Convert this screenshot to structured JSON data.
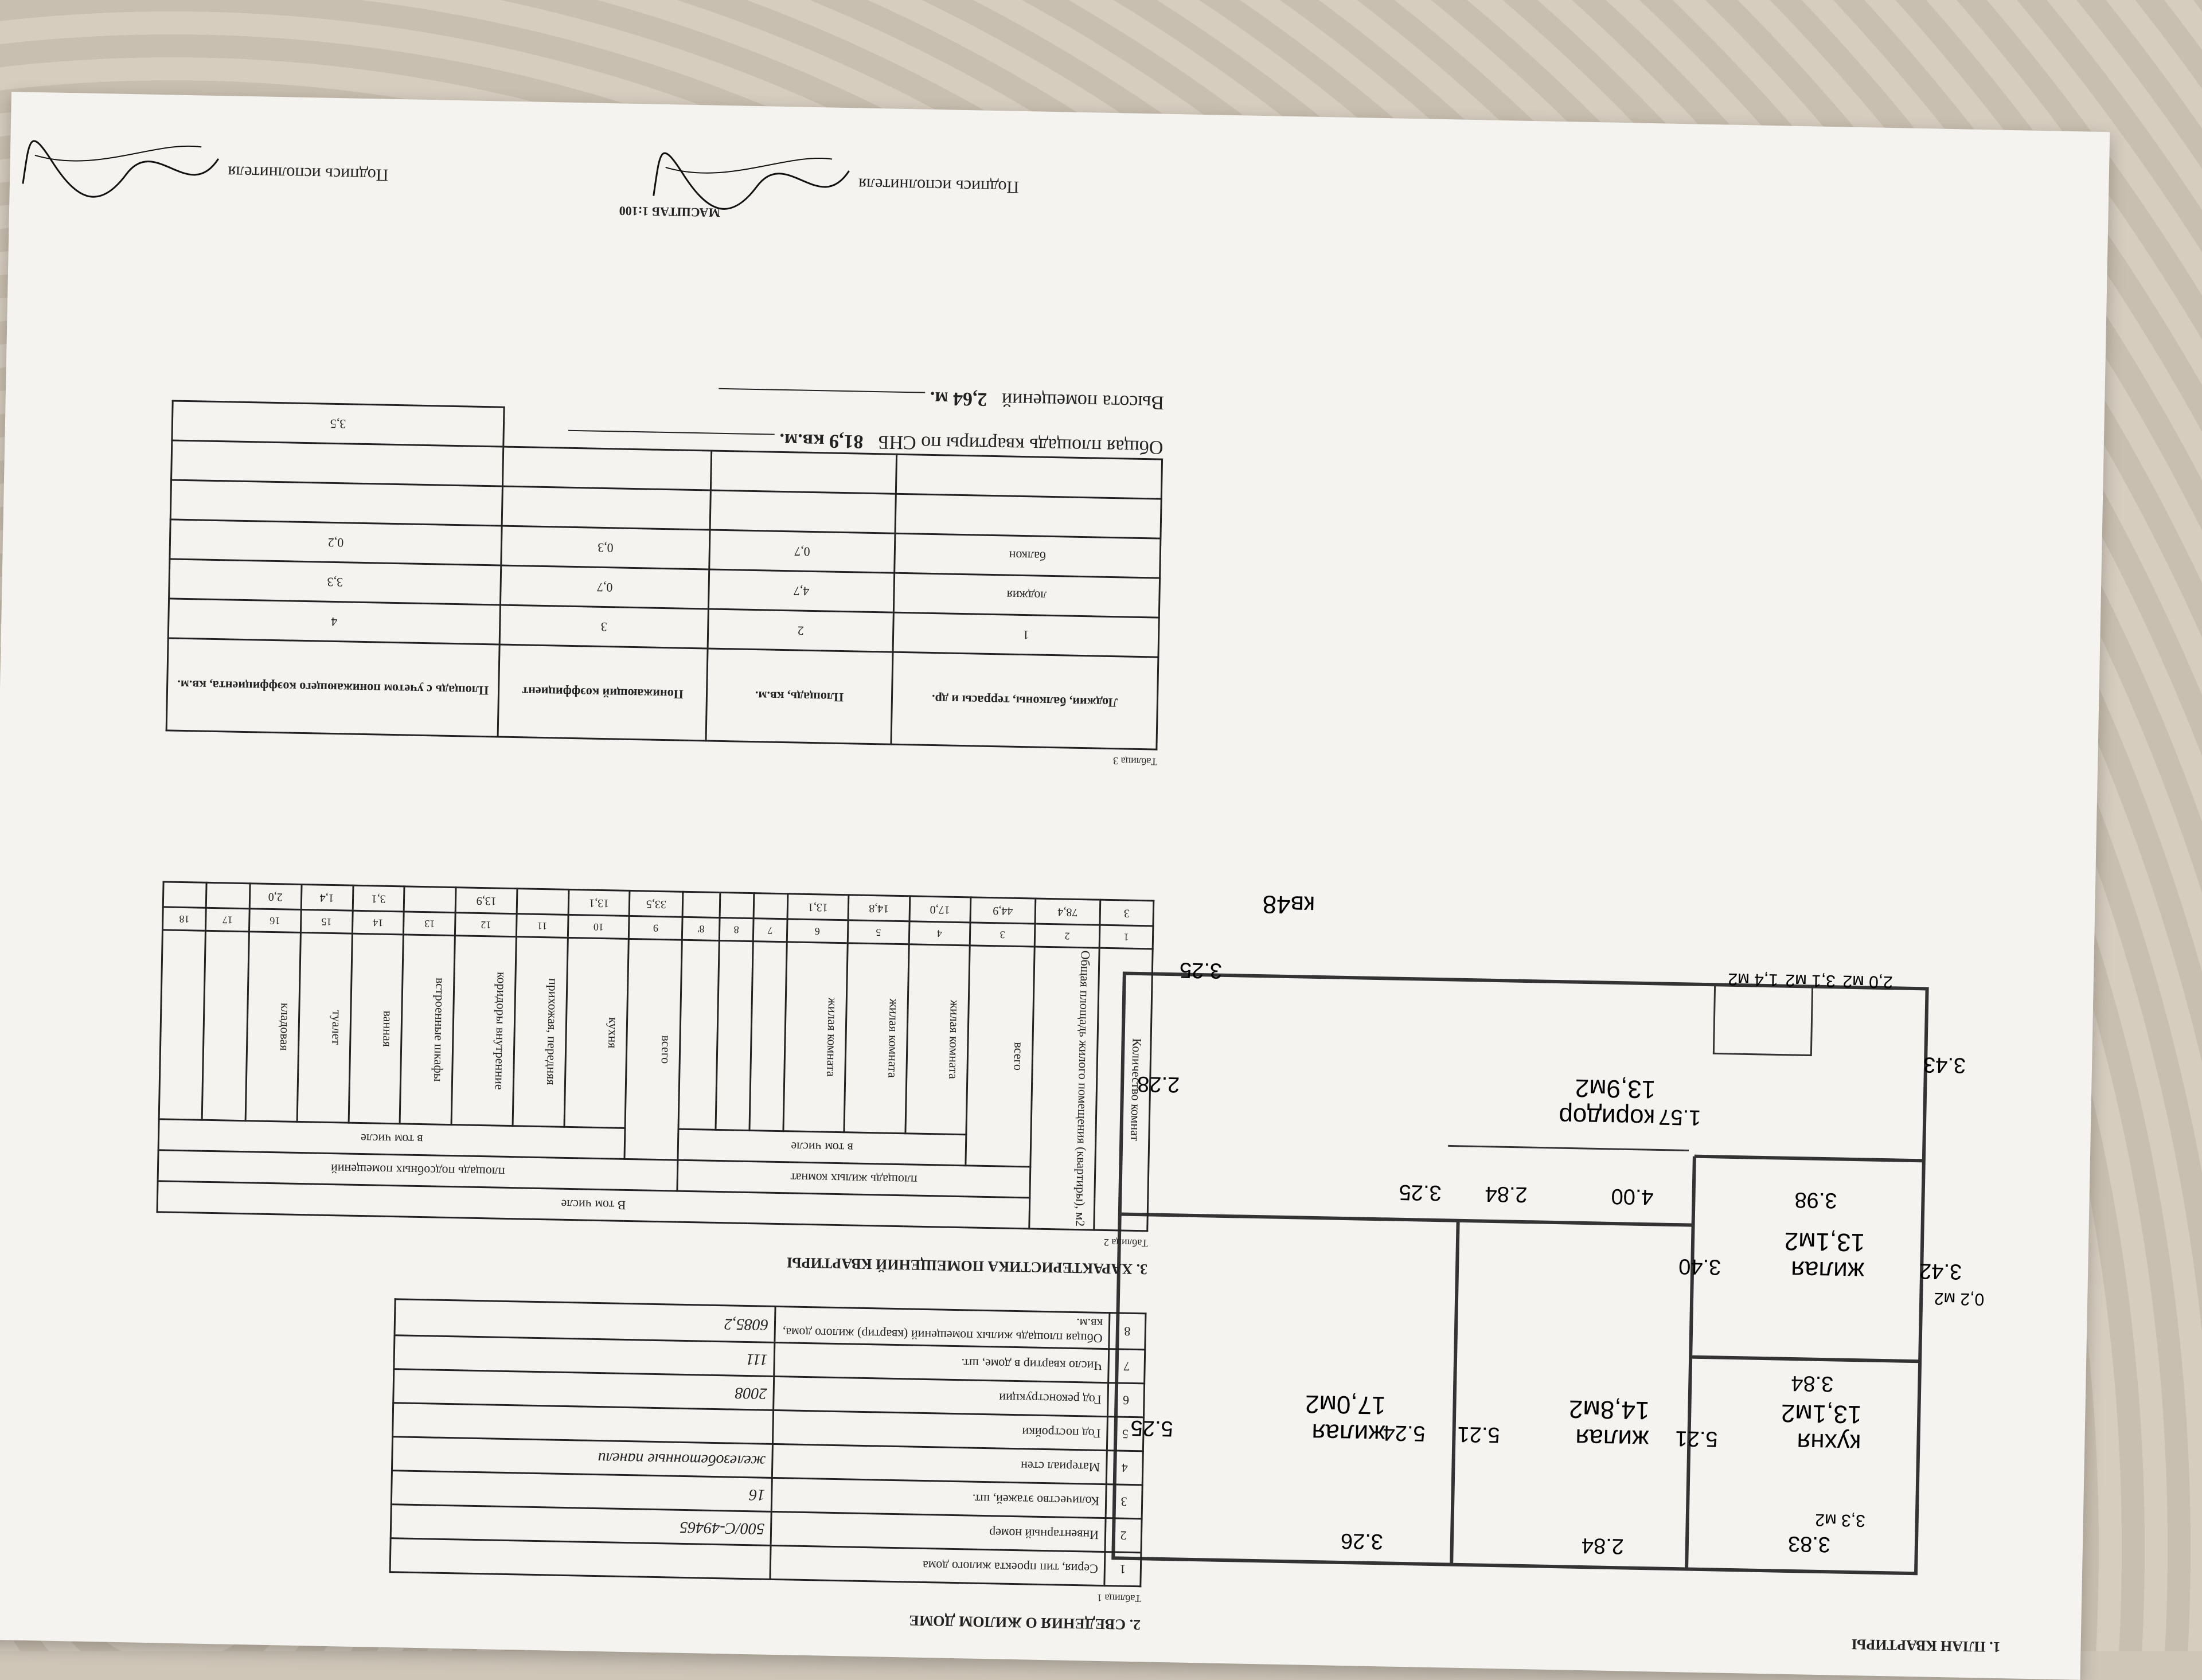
{
  "sheet": {
    "plan_title": "1. ПЛАН КВАРТИРЫ",
    "scale": "МАСШТАБ 1:100",
    "signature_label": "Подпись исполнителя"
  },
  "house": {
    "title": "2. СВЕДЕНИЯ О ЖИЛОМ ДОМЕ",
    "table_label": "Таблица 1",
    "rows": [
      {
        "n": "1",
        "k": "Серия, тип проекта жилого дома",
        "v": ""
      },
      {
        "n": "2",
        "k": "Инвентарный номер",
        "v": "500/С-49465"
      },
      {
        "n": "3",
        "k": "Количество этажей, шт.",
        "v": "16"
      },
      {
        "n": "4",
        "k": "Материал стен",
        "v": "железобетонные панели"
      },
      {
        "n": "5",
        "k": "Год постройки",
        "v": ""
      },
      {
        "n": "6",
        "k": "Год реконструкции",
        "v": "2008"
      },
      {
        "n": "7",
        "k": "Число квартир в доме, шт.",
        "v": "111"
      },
      {
        "n": "8",
        "k": "Общая площадь жилых помещений (квартир) жилого дома, кв.м.",
        "v": "6085,2"
      }
    ]
  },
  "rooms_section": {
    "title": "3. ХАРАКТЕРИСТИКА ПОМЕЩЕНИЙ КВАРТИРЫ",
    "table_label": "Таблица 2",
    "col_headers": [
      "Количество комнат",
      "Общая площадь жилого помещения (квартиры), м2",
      "всего",
      "жилая комната",
      "жилая комната",
      "жилая комната",
      "",
      "",
      "всего",
      "кухня",
      "прихожая, передняя",
      "коридоры внутренние",
      "встроенные шкафы",
      "ванная",
      "туалет",
      "кладовая",
      "",
      ""
    ],
    "group_in_total": "В том числе",
    "group_living": "площадь жилых комнат",
    "group_aux": "площадь подсобных помещений",
    "group_living_incl": "в том числе",
    "group_aux_incl": "в том числе",
    "col_numbers": [
      "1",
      "2",
      "3",
      "4",
      "5",
      "6",
      "7",
      "8",
      "8'",
      "9",
      "10",
      "11",
      "12",
      "13",
      "14",
      "15",
      "16",
      "17",
      "18"
    ],
    "values": [
      "3",
      "78,4",
      "44,9",
      "17,0",
      "14,8",
      "13,1",
      "",
      "",
      "",
      "33,5",
      "13,1",
      "",
      "13,9",
      "",
      "3,1",
      "1,4",
      "2,0",
      "",
      ""
    ]
  },
  "loggia": {
    "table_label": "Таблица 3",
    "headers": [
      "Лоджии, балконы, террасы и др.",
      "Площадь, кв.м.",
      "Понижающий коэффициент",
      "Площадь с учетом понижающего коэффициента, кв.м."
    ],
    "col_numbers": [
      "1",
      "2",
      "3",
      "4"
    ],
    "rows": [
      [
        "лоджия",
        "4,7",
        "0,7",
        "3,3"
      ],
      [
        "балкон",
        "0,7",
        "0,3",
        "0,2"
      ],
      [
        "",
        "",
        "",
        ""
      ],
      [
        "",
        "",
        "",
        ""
      ]
    ],
    "total": "3,5"
  },
  "summary": {
    "total_area_label": "Общая площадь квартиры по СНБ",
    "total_area_value": "81,9 кв.м.",
    "height_label": "Высота помещений",
    "height_value": "2,64 м."
  },
  "plan": {
    "apt": "кв48",
    "rooms": [
      {
        "name": "кухня",
        "area": "13,1м2"
      },
      {
        "name": "коридор",
        "area": "13,9м2"
      },
      {
        "name": "жилая",
        "area": "13,1м2"
      },
      {
        "name": "жилая",
        "area": "14,8м2"
      },
      {
        "name": "жилая",
        "area": "17,0м2"
      }
    ],
    "small_areas": [
      "2,0 м2",
      "3,1 м2",
      "1,4 м2",
      "0,2 м2",
      "3,3 м2"
    ],
    "dims": [
      "3.43",
      "3.98",
      "3.84",
      "3.42",
      "3.83",
      "3.40",
      "4.00",
      "1.57",
      "2.84",
      "3.25",
      "3.25",
      "2.28",
      "5.21",
      "5.21",
      "5.24",
      "5.25",
      "2.84",
      "3.26"
    ]
  }
}
